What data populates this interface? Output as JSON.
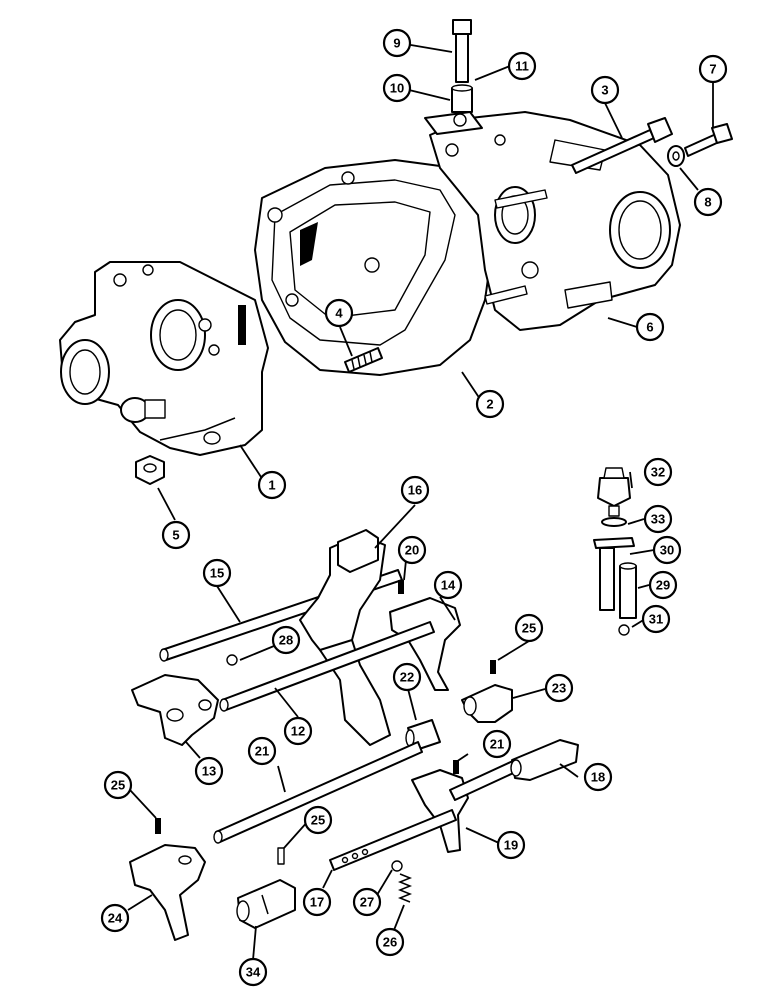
{
  "diagram": {
    "callouts": [
      {
        "id": "1",
        "label": "1"
      },
      {
        "id": "2",
        "label": "2"
      },
      {
        "id": "3",
        "label": "3"
      },
      {
        "id": "4",
        "label": "4"
      },
      {
        "id": "5",
        "label": "5"
      },
      {
        "id": "6",
        "label": "6"
      },
      {
        "id": "7",
        "label": "7"
      },
      {
        "id": "8",
        "label": "8"
      },
      {
        "id": "9",
        "label": "9"
      },
      {
        "id": "10",
        "label": "10"
      },
      {
        "id": "11",
        "label": "11"
      },
      {
        "id": "12",
        "label": "12"
      },
      {
        "id": "13",
        "label": "13"
      },
      {
        "id": "14",
        "label": "14"
      },
      {
        "id": "15",
        "label": "15"
      },
      {
        "id": "16",
        "label": "16"
      },
      {
        "id": "17",
        "label": "17"
      },
      {
        "id": "18",
        "label": "18"
      },
      {
        "id": "19",
        "label": "19"
      },
      {
        "id": "20",
        "label": "20"
      },
      {
        "id": "21a",
        "label": "21"
      },
      {
        "id": "21b",
        "label": "21"
      },
      {
        "id": "22",
        "label": "22"
      },
      {
        "id": "23",
        "label": "23"
      },
      {
        "id": "24",
        "label": "24"
      },
      {
        "id": "25a",
        "label": "25"
      },
      {
        "id": "25b",
        "label": "25"
      },
      {
        "id": "25c",
        "label": "25"
      },
      {
        "id": "26",
        "label": "26"
      },
      {
        "id": "27",
        "label": "27"
      },
      {
        "id": "28",
        "label": "28"
      },
      {
        "id": "29",
        "label": "29"
      },
      {
        "id": "30",
        "label": "30"
      },
      {
        "id": "31",
        "label": "31"
      },
      {
        "id": "32",
        "label": "32"
      },
      {
        "id": "33",
        "label": "33"
      },
      {
        "id": "34",
        "label": "34"
      }
    ]
  }
}
